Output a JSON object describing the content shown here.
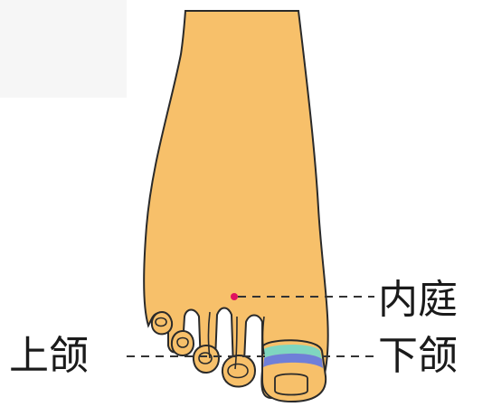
{
  "labels": {
    "neiting": "内庭",
    "shangheng": "上颌",
    "xiaheng": "下颌"
  },
  "colors": {
    "skin": "#f7c06a",
    "outline": "#2a2a2a",
    "acupoint": "#e0115f",
    "band_upper": "#7fd6c0",
    "band_lower": "#6f7fd8",
    "leader": "#333333"
  }
}
